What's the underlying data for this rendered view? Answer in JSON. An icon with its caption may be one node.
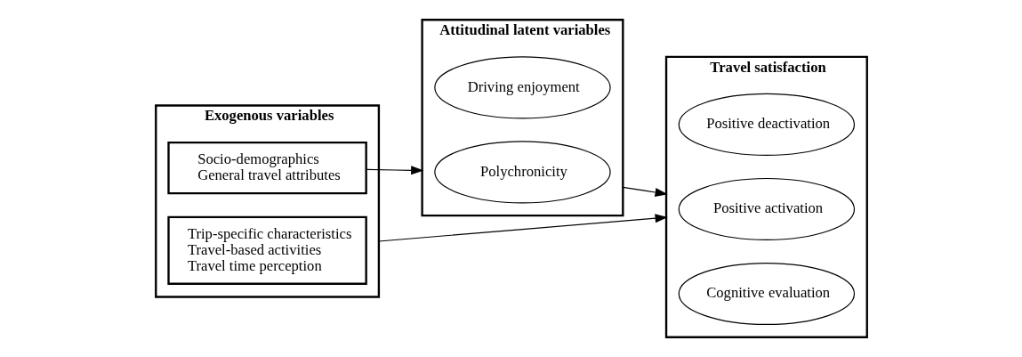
{
  "diagram": {
    "nodes": [
      {
        "text": [
          "Exogenous variables"
        ]
      },
      {
        "text": [
          "Socio-demographics",
          "General travel attributes"
        ],
        "in": 0
      },
      {
        "text": [
          "Trip-specific characteristics",
          "Travel-based activities",
          "Travel time perception"
        ],
        "in": 0
      },
      {
        "text": [
          "Attitudinal latent variables"
        ]
      },
      {
        "text": [
          "Driving enjoyment"
        ],
        "in": 3
      },
      {
        "text": [
          "Polychronicity"
        ],
        "in": 3
      },
      {
        "text": [
          "Travel satisfaction"
        ]
      },
      {
        "text": [
          "Positive deactivation"
        ],
        "in": 6
      },
      {
        "text": [
          "Positive activation"
        ],
        "in": 6
      },
      {
        "text": [
          "Cognitive evaluation"
        ],
        "in": 6
      }
    ],
    "edges": [
      {
        "from": 1,
        "to": 3,
        "arrow": "to"
      },
      {
        "from": 3,
        "to": 6,
        "arrow": "to"
      },
      {
        "from": 0,
        "to": 6,
        "arrow": "to"
      }
    ]
  }
}
